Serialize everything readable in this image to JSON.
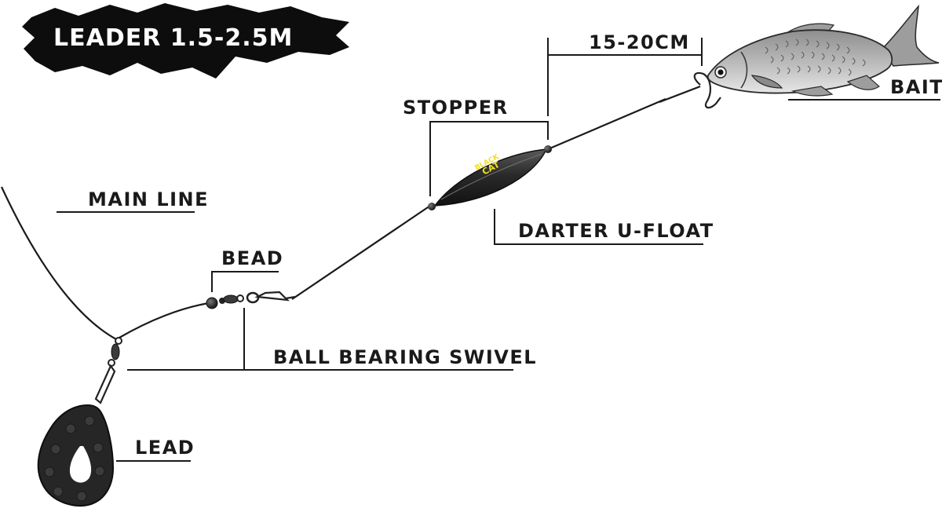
{
  "title": "LEADER 1.5-2.5M",
  "labels": {
    "main_line": "MAIN LINE",
    "bead": "BEAD",
    "ball_bearing_swivel": "BALL BEARING SWIVEL",
    "lead": "LEAD",
    "stopper": "STOPPER",
    "darter_u_float": "DARTER U-FLOAT",
    "distance": "15-20CM",
    "bait": "BAIT"
  },
  "float_logo": {
    "line1": "BLACK",
    "line2": "CAT"
  },
  "colors": {
    "ink": "#1a1a1a",
    "banner": "#0d0d0d",
    "logo_yellow": "#f1e01c",
    "fish_body": "#a9a9a9",
    "lead_body": "#262626"
  },
  "icons": [
    "fish-bait-icon",
    "hook-icon",
    "float-icon",
    "swivel-icon",
    "bead-icon",
    "lead-weight-icon"
  ]
}
